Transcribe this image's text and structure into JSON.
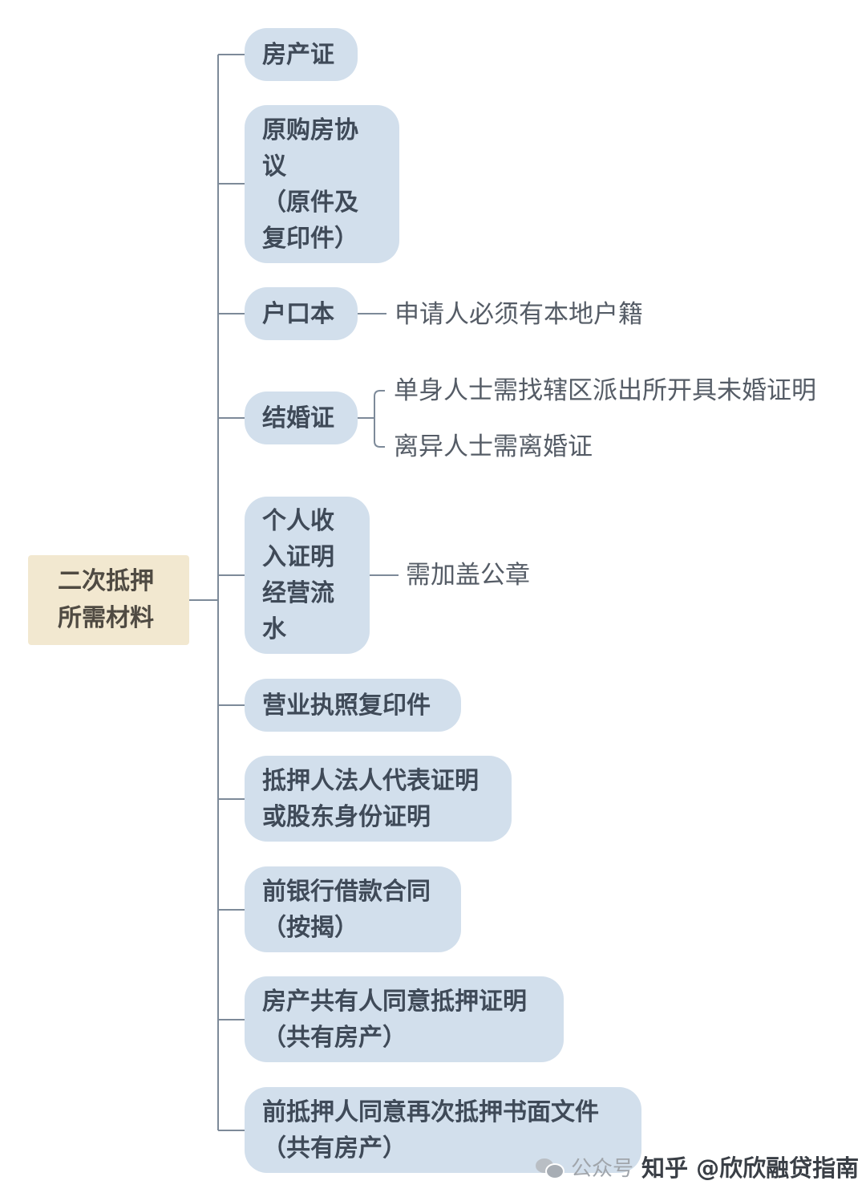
{
  "root": {
    "line1": "二次抵押",
    "line2": "所需材料"
  },
  "items": {
    "i1": {
      "lines": [
        "房产证"
      ]
    },
    "i2": {
      "lines": [
        "原购房协",
        "议",
        "（原件及",
        "复印件）"
      ]
    },
    "i3": {
      "lines": [
        "户口本"
      ],
      "notes": [
        "申请人必须有本地户籍"
      ]
    },
    "i4": {
      "lines": [
        "结婚证"
      ],
      "notes": [
        "单身人士需找辖区派出所开具未婚证明",
        "离异人士需离婚证"
      ]
    },
    "i5": {
      "lines": [
        "个人收",
        "入证明",
        "经营流",
        "水"
      ],
      "notes": [
        "需加盖公章"
      ]
    },
    "i6": {
      "lines": [
        "营业执照复印件"
      ]
    },
    "i7": {
      "lines": [
        "抵押人法人代表证明",
        "或股东身份证明"
      ]
    },
    "i8": {
      "lines": [
        "前银行借款合同",
        "（按揭）"
      ]
    },
    "i9": {
      "lines": [
        "房产共有人同意抵押证明",
        "（共有房产）"
      ]
    },
    "i10": {
      "lines": [
        "前抵押人同意再次抵押书面文件",
        "（共有房产）"
      ]
    }
  },
  "watermark": {
    "icon": "wechat-icon",
    "gzh": "公众号",
    "zhihu": "知乎 @欣欣融贷指南"
  },
  "colors": {
    "root_bg": "#f2e8d0",
    "node_bg": "#d2dfec",
    "connector": "#7d8a99"
  }
}
